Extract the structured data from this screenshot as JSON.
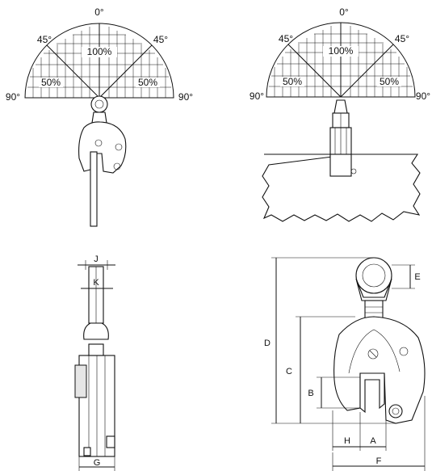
{
  "angle_diagram": {
    "top": "0°",
    "left45": "45°",
    "right45": "45°",
    "left90": "90°",
    "right90": "90°",
    "center_pct": "100%",
    "side_pct_left": "50%",
    "side_pct_right": "50%"
  },
  "dimensions": {
    "A": "A",
    "B": "B",
    "C": "C",
    "D": "D",
    "E": "E",
    "F": "F",
    "G": "G",
    "H": "H",
    "J": "J",
    "K": "K"
  }
}
